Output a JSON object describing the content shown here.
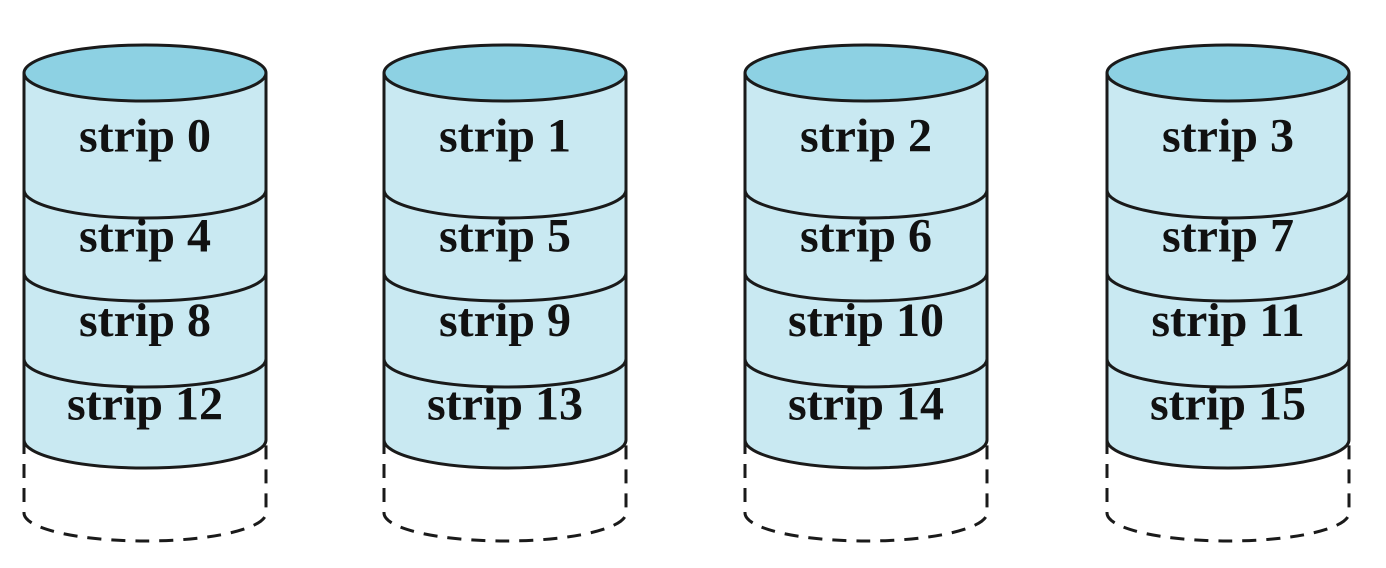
{
  "diagram": {
    "colors": {
      "top": "#8dd1e3",
      "body": "#c9e9f2",
      "stroke": "#1a1a1a",
      "text": "#111111"
    },
    "disks": [
      {
        "strips": [
          "strip 0",
          "strip 4",
          "strip 8",
          "strip 12"
        ]
      },
      {
        "strips": [
          "strip 1",
          "strip 5",
          "strip 9",
          "strip 13"
        ]
      },
      {
        "strips": [
          "strip 2",
          "strip 6",
          "strip 10",
          "strip 14"
        ]
      },
      {
        "strips": [
          "strip 3",
          "strip 7",
          "strip 11",
          "strip 15"
        ]
      }
    ]
  }
}
